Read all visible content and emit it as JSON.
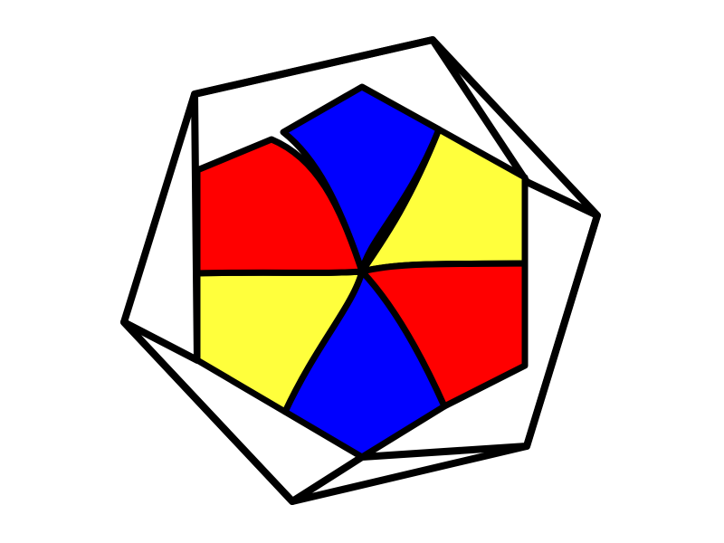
{
  "colors": {
    "background": "#ffffff",
    "stroke": "#000000",
    "red": "#ff0000",
    "yellow": "#ffff3c",
    "blue": "#0000ff"
  },
  "sectors": [
    {
      "id": "top",
      "color": "blue"
    },
    {
      "id": "upper-right",
      "color": "yellow"
    },
    {
      "id": "lower-right",
      "color": "red"
    },
    {
      "id": "bottom",
      "color": "blue"
    },
    {
      "id": "lower-left",
      "color": "yellow"
    },
    {
      "id": "upper-left",
      "color": "red"
    }
  ]
}
